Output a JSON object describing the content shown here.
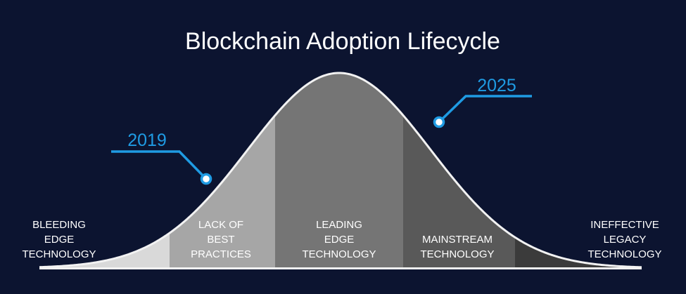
{
  "title": "Blockchain Adoption Lifecycle",
  "markers": [
    {
      "label": "2019"
    },
    {
      "label": "2025"
    }
  ],
  "stages": [
    {
      "lines": [
        "BLEEDING",
        "EDGE",
        "TECHNOLOGY"
      ]
    },
    {
      "lines": [
        "LACK OF",
        "BEST",
        "PRACTICES"
      ]
    },
    {
      "lines": [
        "LEADING",
        "EDGE",
        "TECHNOLOGY"
      ]
    },
    {
      "lines": [
        "MAINSTREAM",
        "TECHNOLOGY"
      ]
    },
    {
      "lines": [
        "INEFFECTIVE",
        "LEGACY",
        "TECHNOLOGY"
      ]
    }
  ],
  "colors": {
    "background": "#0c1430",
    "accent": "#1f9be3",
    "curve_outline": "#f2f2f2",
    "segment_fills": [
      "#d9d9d9",
      "#a6a6a6",
      "#757575",
      "#595959",
      "#3b3b3b"
    ]
  }
}
